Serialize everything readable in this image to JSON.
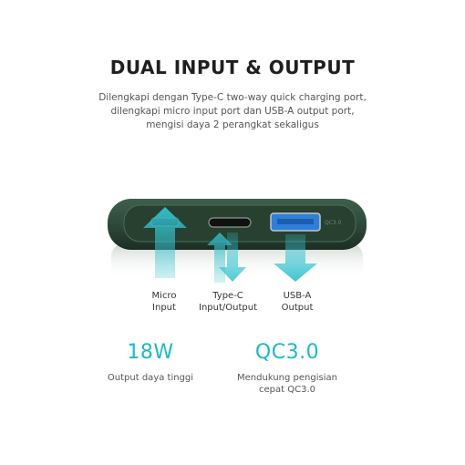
{
  "headline": "DUAL INPUT & OUTPUT",
  "description_lines": [
    "Dilengkapi dengan Type-C two-way quick charging port,",
    "dilengkapi micro input port dan USB-A output port,",
    "mengisi daya 2 perangkat sekaligus"
  ],
  "device": {
    "body_color": "#2e4a3a",
    "usb_color": "#2f7fd8",
    "arrow_color": "#35c2cf",
    "port_marking": "QC3.0"
  },
  "ports": [
    {
      "line1": "Micro",
      "line2": "Input"
    },
    {
      "line1": "Type-C",
      "line2": "Input/Output"
    },
    {
      "line1": "USB-A",
      "line2": "Output"
    }
  ],
  "stats": [
    {
      "value": "18W",
      "caption_lines": [
        "Output daya tinggi"
      ]
    },
    {
      "value": "QC3.0",
      "caption_lines": [
        "Mendukung pengisian",
        "cepat QC3.0"
      ]
    }
  ]
}
